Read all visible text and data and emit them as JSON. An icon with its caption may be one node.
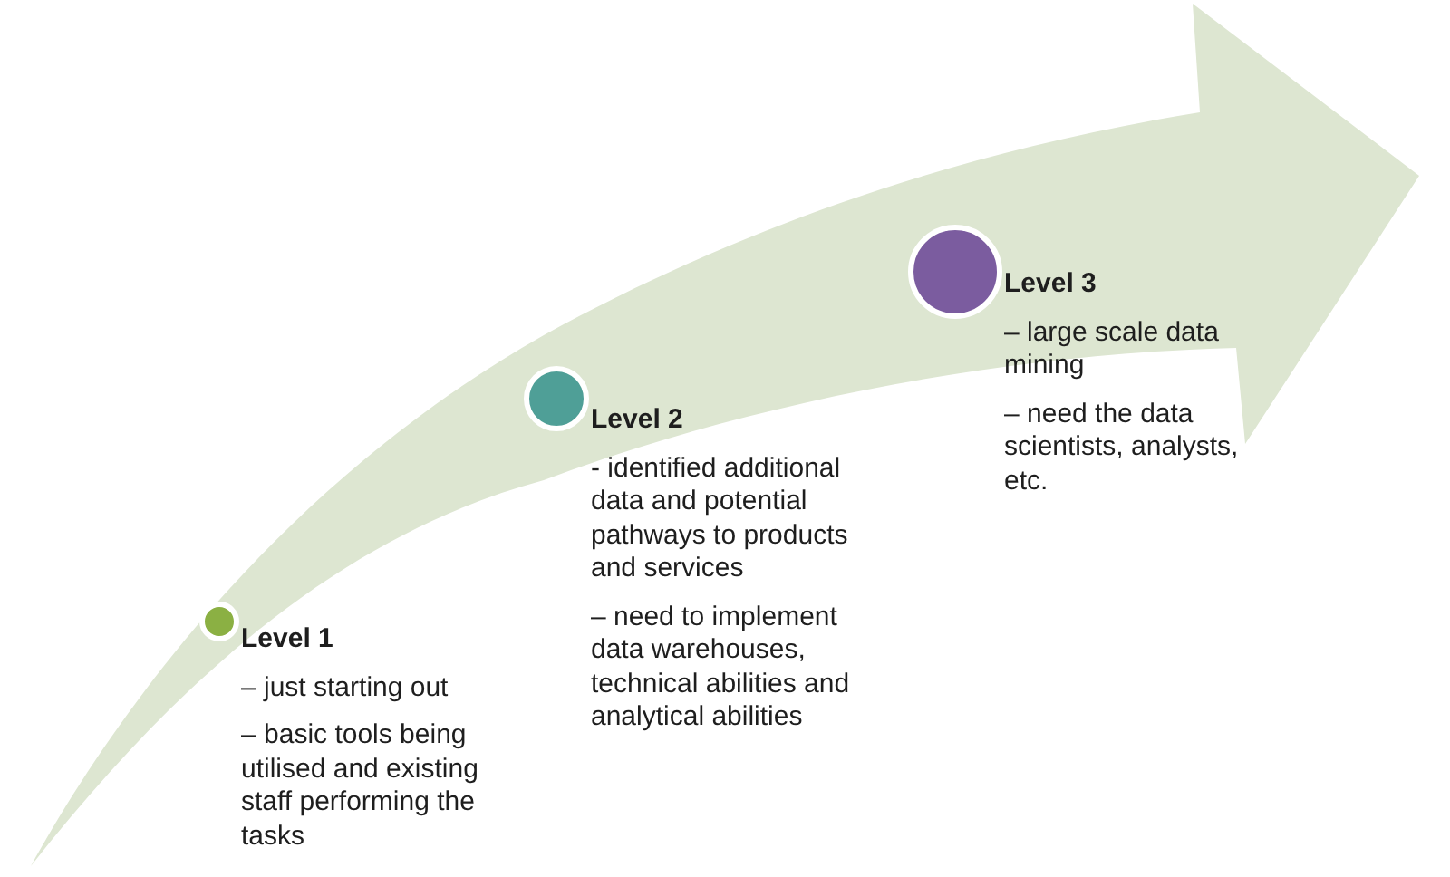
{
  "diagram": {
    "nodes": [
      {
        "text": [],
        "shape": "circle",
        "beside": [
          "Level 1",
          "– just starting out",
          "– basic tools being utilised and existing staff performing the tasks"
        ]
      },
      {
        "text": [],
        "shape": "circle",
        "beside": [
          "Level 2",
          "- identified additional data and potential pathways to products and services",
          "– need to implement data warehouses, technical abilities and analytical abilities"
        ]
      },
      {
        "text": [],
        "shape": "circle",
        "beside": [
          "Level 3",
          "– large scale data mining",
          "– need the data scientists, analysts, etc."
        ]
      }
    ]
  }
}
